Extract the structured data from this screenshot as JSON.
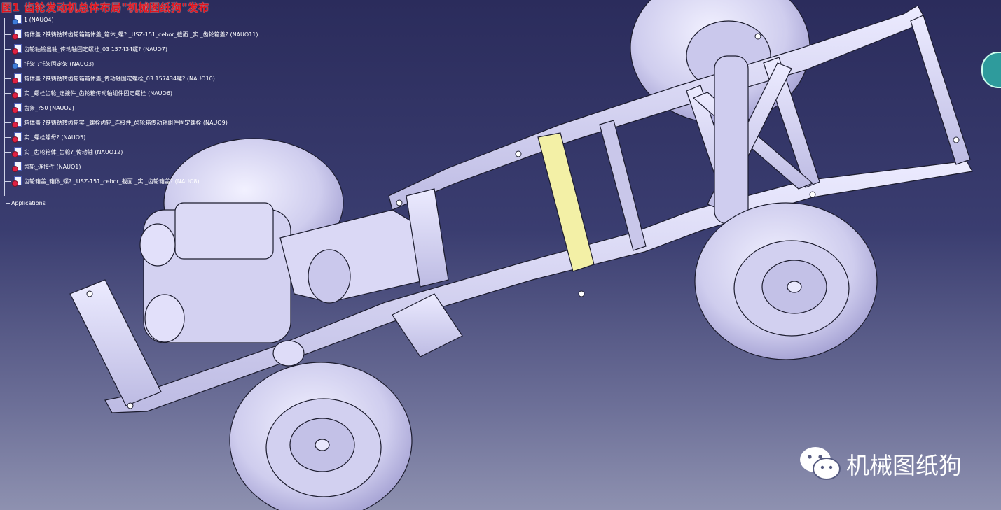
{
  "title": "图1 齿轮发动机总体布局\"机械图纸狗\"发布",
  "tree": {
    "items": [
      {
        "label": "1 (NAUO4)",
        "icon": "blue"
      },
      {
        "label": "箱体盖   ?铁铸钴转齿轮箱箱体盖_箱体_螺? _USZ-151_cebor_截面 _实 _齿轮箱盖? (NAUO11)",
        "icon": "red"
      },
      {
        "label": "齿轮轴输出轴_传动轴固定螺栓_03 157434螺? (NAUO7)",
        "icon": "red"
      },
      {
        "label": "托架 ?托架固定架  (NAUO3)",
        "icon": "blue"
      },
      {
        "label": "箱体盖 ?铁铸钴转齿轮箱箱体盖_传动轴固定螺栓_03 157434螺? (NAUO10)",
        "icon": "red"
      },
      {
        "label": "实 _螺栓齿轮_连接件_齿轮箱传动轴组件固定螺栓 (NAUO6)",
        "icon": "red"
      },
      {
        "label": "齿条_?50 (NAUO2)",
        "icon": "red"
      },
      {
        "label": "箱体盖 ?铁铸钴转齿轮实 _螺栓齿轮_连接件_齿轮箱传动轴组件固定螺栓 (NAUO9)",
        "icon": "red"
      },
      {
        "label": "实 _螺栓螺母? (NAUO5)",
        "icon": "red"
      },
      {
        "label": "实  _齿轮箱体_齿轮?_传动轴 (NAUO12)",
        "icon": "red"
      },
      {
        "label": "齿轮_连接件 (NAUO1)",
        "icon": "red"
      },
      {
        "label": "齿轮箱盖_箱体_螺?  _USZ-151_cebor_截面 _实 _齿轮箱盖? (NAUO8)",
        "icon": "red"
      }
    ],
    "applications_label": "Applications"
  },
  "watermark": {
    "text": "机械图纸狗",
    "icon": "wechat-icon"
  },
  "colors": {
    "model": "#d7d6f2",
    "model_edge": "#1c1c2e",
    "highlight_part": "#f3f0a6",
    "title": "#e0141e"
  }
}
